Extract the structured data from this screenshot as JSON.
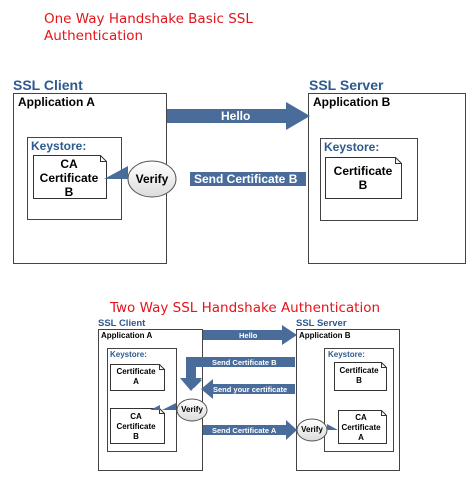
{
  "one_way": {
    "title_line1": "One Way Handshake Basic SSL",
    "title_line2": "Authentication",
    "client_heading": "SSL Client",
    "server_heading": "SSL Server",
    "client_app": "Application A",
    "server_app": "Application B",
    "client_keystore": "Keystore:",
    "server_keystore": "Keystore:",
    "client_cert_line1": "CA",
    "client_cert_line2": "Certificate",
    "client_cert_line3": "B",
    "server_cert_line1": "Certificate",
    "server_cert_line2": "B",
    "hello_label": "Hello",
    "send_cert_label": "Send Certificate B",
    "verify_label": "Verify"
  },
  "two_way": {
    "title": "Two Way SSL Handshake Authentication",
    "client_heading": "SSL Client",
    "server_heading": "SSL Server",
    "client_app": "Application A",
    "server_app": "Application B",
    "client_keystore": "Keystore:",
    "server_keystore": "Keystore:",
    "client_cert_a_line1": "Certificate",
    "client_cert_a_line2": "A",
    "client_ca_line1": "CA",
    "client_ca_line2": "Certificate",
    "client_ca_line3": "B",
    "server_cert_b_line1": "Certificate",
    "server_cert_b_line2": "B",
    "server_ca_line1": "CA",
    "server_ca_line2": "Certificate",
    "server_ca_line3": "A",
    "hello_label": "Hello",
    "send_cert_b_label": "Send Certificate B",
    "send_your_cert_label": "Send your certificate",
    "send_cert_a_label": "Send Certificate A",
    "client_verify_label": "Verify",
    "server_verify_label": "Verify"
  },
  "colors": {
    "title_red": "#e4141b",
    "heading_blue": "#2d5a8f",
    "arrow_blue": "#4a6c9b"
  }
}
